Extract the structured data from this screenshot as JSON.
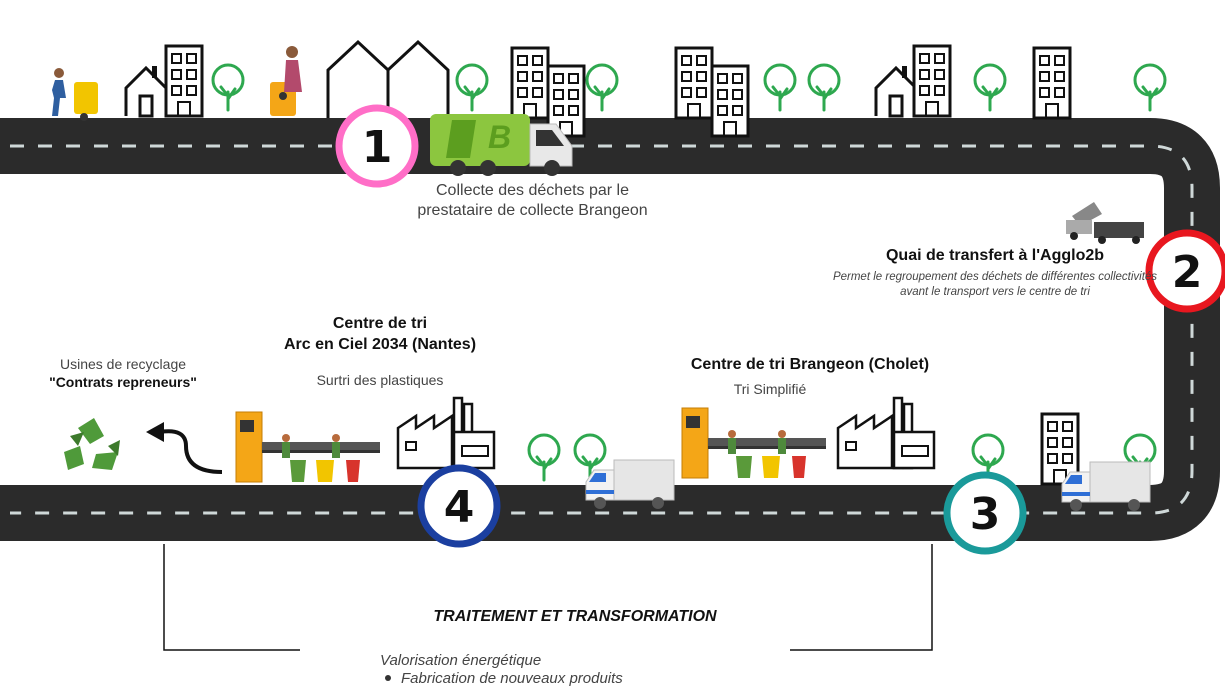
{
  "steps": [
    {
      "number": "1",
      "color": "#ff6ec7",
      "caption": "Collecte des déchets par le prestataire de collecte Brangeon"
    },
    {
      "number": "2",
      "color": "#e8171f",
      "title": "Quai de transfert à l'Agglo2b",
      "description": "Permet le regroupement des déchets de différentes collectivités avant le transport vers le centre de tri"
    },
    {
      "number": "3",
      "color": "#1a9a9a",
      "title": "Centre de tri Brangeon (Cholet)",
      "subtitle": "Tri Simplifié"
    },
    {
      "number": "4",
      "color": "#1b3fa0",
      "title_line1": "Centre de tri",
      "title_line2": "Arc en Ciel 2034 (Nantes)",
      "subtitle": "Surtri des plastiques"
    }
  ],
  "recycling": {
    "label": "Usines de recyclage",
    "bold": "\"Contrats repreneurs\""
  },
  "treatment": {
    "title": "TRAITEMENT ET TRANSFORMATION",
    "line1": "Valorisation énergétique",
    "line2": "Fabrication de nouveaux produits"
  },
  "truck_logo": "B",
  "colors": {
    "road": "#2b2b2b",
    "dash": "#cfd8d8",
    "tree": "#2ea84f",
    "truck_green": "#8cc63f",
    "recycle_green": "#4f9a3a"
  },
  "icons": [
    "person-bin-icon",
    "house-icon",
    "building-icon",
    "tree-icon",
    "garbage-truck-icon",
    "transfer-truck-icon",
    "factory-icon",
    "sorting-line-icon",
    "delivery-truck-icon",
    "recycle-icon",
    "arrow-icon"
  ]
}
